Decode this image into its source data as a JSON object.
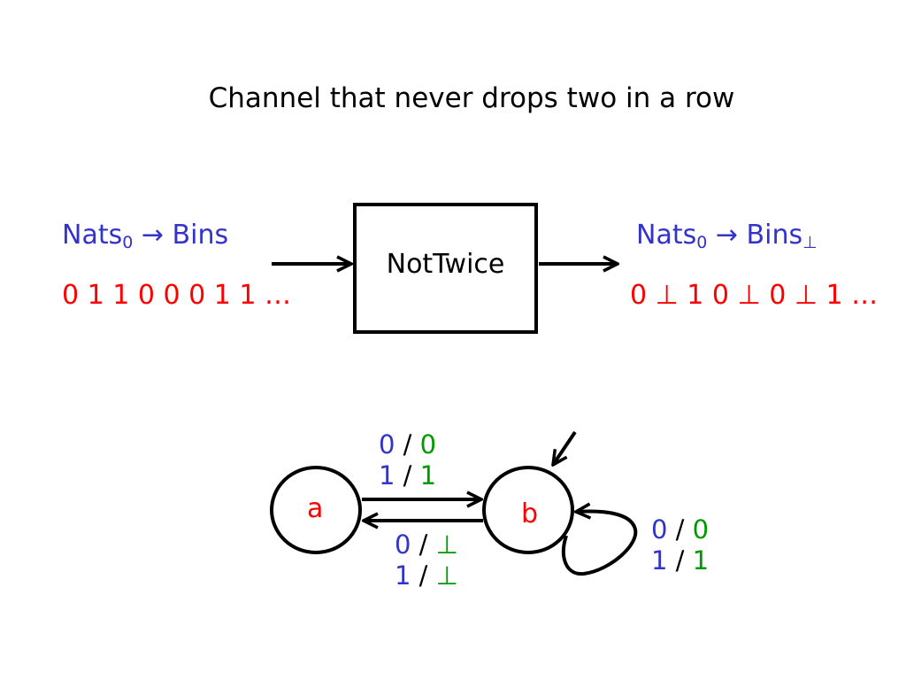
{
  "title": "Channel that never drops two in a row",
  "process": {
    "name": "NotTwice"
  },
  "input": {
    "type_label": "Nats",
    "type_sub": "0",
    "arrow": "→",
    "type_target": "Bins",
    "type_target_sub": "",
    "sequence": "0 1 1 0 0 0 1 1 …"
  },
  "output": {
    "type_label": "Nats",
    "type_sub": "0",
    "arrow": "→",
    "type_target": "Bins",
    "type_target_sub": "⊥",
    "sequence": "0 ⊥ 1 0 ⊥ 0 ⊥ 1 …"
  },
  "automaton": {
    "states": [
      {
        "id": "a",
        "label": "a"
      },
      {
        "id": "b",
        "label": "b",
        "initial": true
      }
    ],
    "transitions": [
      {
        "from": "a",
        "to": "b",
        "labels": [
          {
            "in": "0",
            "out": "0"
          },
          {
            "in": "1",
            "out": "1"
          }
        ]
      },
      {
        "from": "b",
        "to": "a",
        "labels": [
          {
            "in": "0",
            "out": "⊥"
          },
          {
            "in": "1",
            "out": "⊥"
          }
        ]
      },
      {
        "from": "b",
        "to": "b",
        "labels": [
          {
            "in": "0",
            "out": "0"
          },
          {
            "in": "1",
            "out": "1"
          }
        ]
      }
    ],
    "separator": "/"
  },
  "colors": {
    "input_symbol": "#3333cc",
    "output_symbol": "#009900",
    "sequence": "#ff0000",
    "state_label": "#ff0000",
    "type_signature": "#3333cc"
  }
}
